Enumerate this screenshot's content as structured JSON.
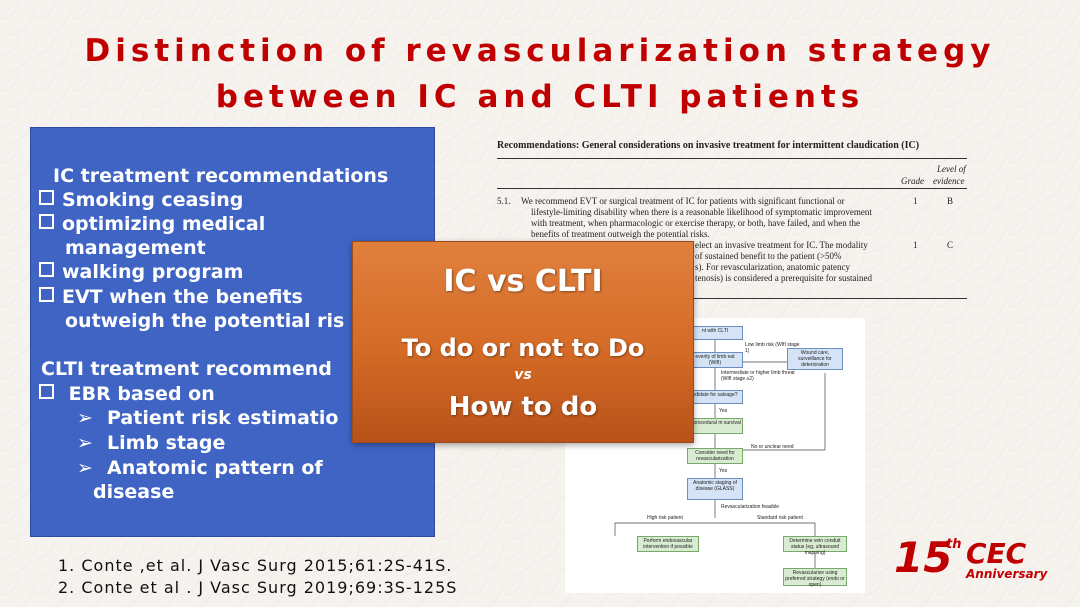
{
  "slide": {
    "title_line1": "Distinction of revascularization strategy",
    "title_line2": "between IC and CLTI patients"
  },
  "left_panel": {
    "ic_heading": "IC treatment recommendations",
    "ic_items": [
      "Smoking ceasing",
      "optimizing medical",
      "management",
      "walking program",
      "EVT when the benefits",
      "outweigh the potential ris"
    ],
    "clti_heading": "CLTI treatment recommend",
    "clti_items": [
      "EBR based on",
      "Patient risk estimatio",
      "Limb stage",
      "Anatomic pattern of",
      "disease"
    ]
  },
  "document": {
    "rec_title": "Recommendations: General considerations on invasive treatment for intermittent claudication (IC)",
    "col_grade": "Grade",
    "col_level1": "Level of",
    "col_level2": "evidence",
    "r1_num": "5.1.",
    "r1_text1": "We recommend EVT or surgical treatment of IC for patients with significant functional or",
    "r1_text2": "lifestyle-limiting disability when there is a reasonable likelihood of symptomatic improvement",
    "r1_text3": "with treatment, when pharmacologic or exercise therapy, or both, have failed, and when the",
    "r1_text4": "benefits of treatment outweigh the potential risks.",
    "r1_grade": "1",
    "r1_level": "B",
    "r2_text1": "elect an invasive treatment for IC. The modality",
    "r2_text2": "of sustained benefit to the patient (>50%",
    "r2_text3": "s). For revascularization, anatomic patency",
    "r2_text4": "tenosis) is considered a prerequisite for sustained",
    "r2_grade": "1",
    "r2_level": "C"
  },
  "flowchart": {
    "b_with_clti": "nt with CLTI",
    "t_low_risk": "Low limb risk (WIfI stage 1)",
    "b_wound": "Wound care, surveillance for deterioration",
    "b_severity": "everity of limb eat (WIfI)",
    "t_intermediate": "Intermediate or higher limb threat (WIfI stage ≥2)",
    "b_candidate": "ndidate for salvage?",
    "t_yes1": "Yes",
    "b_procedural": "e procedural m survival",
    "t_revasc_left": "revascularization",
    "t_no_unclear": "No or unclear need",
    "b_consider": "Consider need for revascularization",
    "t_yes2": "Yes",
    "b_anatomic": "Anatomic staging of disease (GLASS)",
    "t_feasible": "Revascularization feasible",
    "t_high_risk": "High risk patient",
    "t_standard_risk": "Standard risk patient",
    "b_endovascular": "Perform endovascular intervention if possible",
    "b_vein": "Determine vein conduit status (eg, ultrasound mapping)",
    "b_revascularize": "Revascularize using preferred strategy (endo or open)"
  },
  "overlay": {
    "line1": "IC vs CLTI",
    "line2": "To do or not to Do",
    "vs": "vs",
    "line3": "How to do"
  },
  "refs": {
    "ref1": "1. Conte ,et al. J Vasc Surg 2015;61:2S-41S.",
    "ref2": "2. Conte et al . J Vasc Surg 2019;69:3S-125S"
  },
  "logo": {
    "number": "15",
    "suffix": "th",
    "brand": "CEC",
    "tagline": "Anniversary"
  },
  "colors": {
    "title_red": "#c00000",
    "panel_blue": "#3f64c4",
    "overlay_orange": "#d46a26"
  }
}
